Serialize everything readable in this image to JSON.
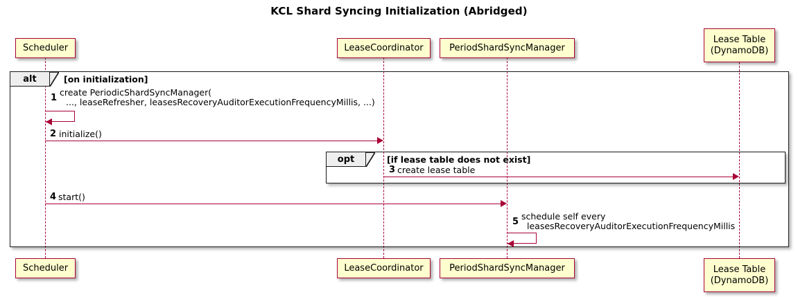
{
  "diagram": {
    "title": "KCL Shard Syncing Initialization (Abridged)",
    "type": "uml-sequence-diagram",
    "colors": {
      "participant_fill": "#FEFECE",
      "participant_border": "#A80036",
      "arrow": "#A80036",
      "frame_border": "#1A1A1A",
      "frame_tab_fill": "#EEEEEE",
      "background": "#FFFFFF"
    }
  },
  "participants": [
    {
      "id": "scheduler",
      "label": "Scheduler",
      "label2": ""
    },
    {
      "id": "leasecoord",
      "label": "LeaseCoordinator",
      "label2": ""
    },
    {
      "id": "psyncmgr",
      "label": "PeriodShardSyncManager",
      "label2": ""
    },
    {
      "id": "leasetable",
      "label": "Lease Table",
      "label2": "(DynamoDB)"
    }
  ],
  "fragments": [
    {
      "id": "alt",
      "keyword": "alt",
      "guard": "[on initialization]"
    },
    {
      "id": "opt",
      "keyword": "opt",
      "guard": "[if lease table does not exist]"
    }
  ],
  "messages": [
    {
      "num": "1",
      "from": "scheduler",
      "to": "scheduler",
      "self": true,
      "line1": "create PeriodicShardSyncManager(",
      "line2": "..., leaseRefresher, leasesRecoveryAuditorExecutionFrequencyMillis, ...)"
    },
    {
      "num": "2",
      "from": "scheduler",
      "to": "leasecoord",
      "self": false,
      "line1": "initialize()",
      "line2": ""
    },
    {
      "num": "3",
      "from": "leasecoord",
      "to": "leasetable",
      "self": false,
      "line1": "create lease table",
      "line2": ""
    },
    {
      "num": "4",
      "from": "scheduler",
      "to": "psyncmgr",
      "self": false,
      "line1": "start()",
      "line2": ""
    },
    {
      "num": "5",
      "from": "psyncmgr",
      "to": "psyncmgr",
      "self": true,
      "line1": "schedule self every",
      "line2": "leasesRecoveryAuditorExecutionFrequencyMillis"
    }
  ]
}
